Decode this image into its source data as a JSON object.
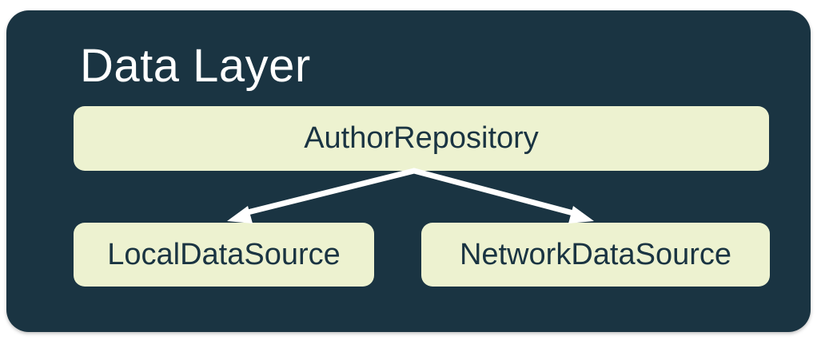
{
  "diagram": {
    "title": "Data Layer",
    "nodes": {
      "repository": {
        "label": "AuthorRepository"
      },
      "local": {
        "label": "LocalDataSource"
      },
      "network": {
        "label": "NetworkDataSource"
      }
    },
    "edges": [
      {
        "from": "AuthorRepository",
        "to": "LocalDataSource"
      },
      {
        "from": "AuthorRepository",
        "to": "NetworkDataSource"
      }
    ],
    "colors": {
      "page_background": "#ffffff",
      "container_background": "#1a3442",
      "node_background": "#edf2d0",
      "node_text": "#1a3442",
      "title_text": "#ffffff",
      "arrow": "#ffffff"
    }
  }
}
